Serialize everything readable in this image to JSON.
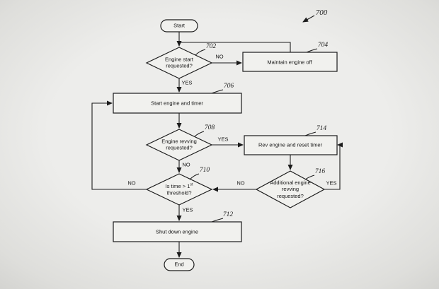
{
  "figure": {
    "figure_ref": "700",
    "edge_labels": {
      "yes": "YES",
      "no": "NO"
    },
    "nodes": {
      "start": {
        "label": "Start"
      },
      "engine_start_requested": {
        "label": "Engine start requested?",
        "ref": "702"
      },
      "maintain_engine_off": {
        "label": "Maintain engine off",
        "ref": "704"
      },
      "start_engine_and_timer": {
        "label": "Start engine and timer",
        "ref": "706"
      },
      "engine_revving_requested": {
        "label": "Engine revving requested?",
        "ref": "708"
      },
      "rev_engine_and_reset_timer": {
        "label": "Rev engine and reset timer",
        "ref": "714"
      },
      "is_time_over_threshold": {
        "pre": "Is time > 1",
        "sup": "st",
        "post": " threshold?",
        "ref": "710"
      },
      "additional_engine_revving": {
        "label": "Additional engine revving requested?",
        "ref": "716"
      },
      "shut_down_engine": {
        "label": "Shut down engine",
        "ref": "712"
      },
      "end": {
        "label": "End"
      }
    }
  }
}
